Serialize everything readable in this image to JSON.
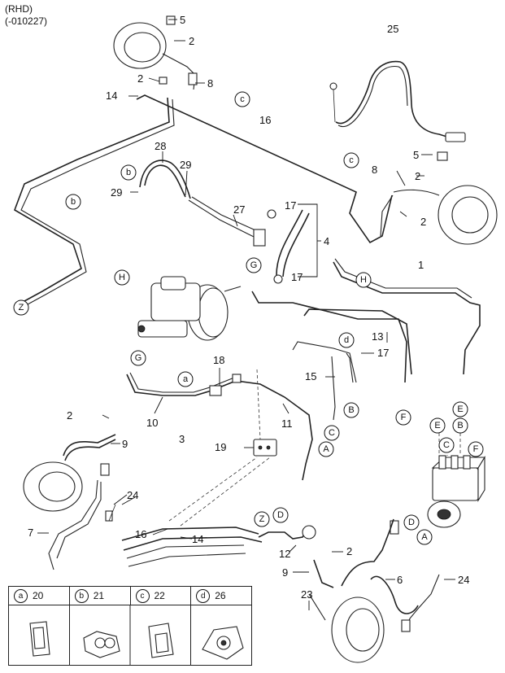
{
  "header": {
    "line1": "(RHD)",
    "line2": "(-010227)"
  },
  "part_numbers": {
    "p1": "1",
    "p2": "2",
    "p3": "3",
    "p4": "4",
    "p5": "5",
    "p6": "6",
    "p7": "7",
    "p8": "8",
    "p9": "9",
    "p10": "10",
    "p11": "11",
    "p12": "12",
    "p13": "13",
    "p14": "14",
    "p15": "15",
    "p16": "16",
    "p17": "17",
    "p18": "18",
    "p19": "19",
    "p23": "23",
    "p24": "24",
    "p25": "25",
    "p27": "27",
    "p28": "28",
    "p29": "29"
  },
  "connector_letters": {
    "a": "a",
    "b": "b",
    "c": "c",
    "d": "d",
    "A": "A",
    "B": "B",
    "C": "C",
    "D": "D",
    "E": "E",
    "F": "F",
    "G": "G",
    "H": "H",
    "Z": "Z"
  },
  "legend": {
    "cells": [
      {
        "letter": "a",
        "part": "20"
      },
      {
        "letter": "b",
        "part": "21"
      },
      {
        "letter": "c",
        "part": "22"
      },
      {
        "letter": "d",
        "part": "26"
      }
    ]
  }
}
